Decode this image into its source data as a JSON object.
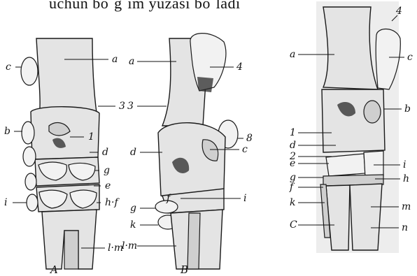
{
  "header_text": "uchun   bo`g`im   yuzasi   bo`ladi",
  "figures": [
    {
      "caption": "A",
      "labels_left": [
        "c",
        "b",
        "i"
      ],
      "labels_right": [
        "a",
        "3",
        "1",
        "d",
        "g",
        "e",
        "h·f",
        "l·m"
      ]
    },
    {
      "caption": "B",
      "labels_left": [],
      "labels_right": [
        "a",
        "4",
        "3",
        "8",
        "c",
        "d",
        "i",
        "f",
        "g",
        "k",
        "l·m"
      ]
    },
    {
      "caption": "",
      "labels_left": [
        "a",
        "1",
        "d",
        "2",
        "e",
        "g",
        "f",
        "k",
        "C"
      ],
      "labels_right": [
        "4",
        "c",
        "b",
        "i",
        "h",
        "m",
        "n"
      ]
    }
  ]
}
